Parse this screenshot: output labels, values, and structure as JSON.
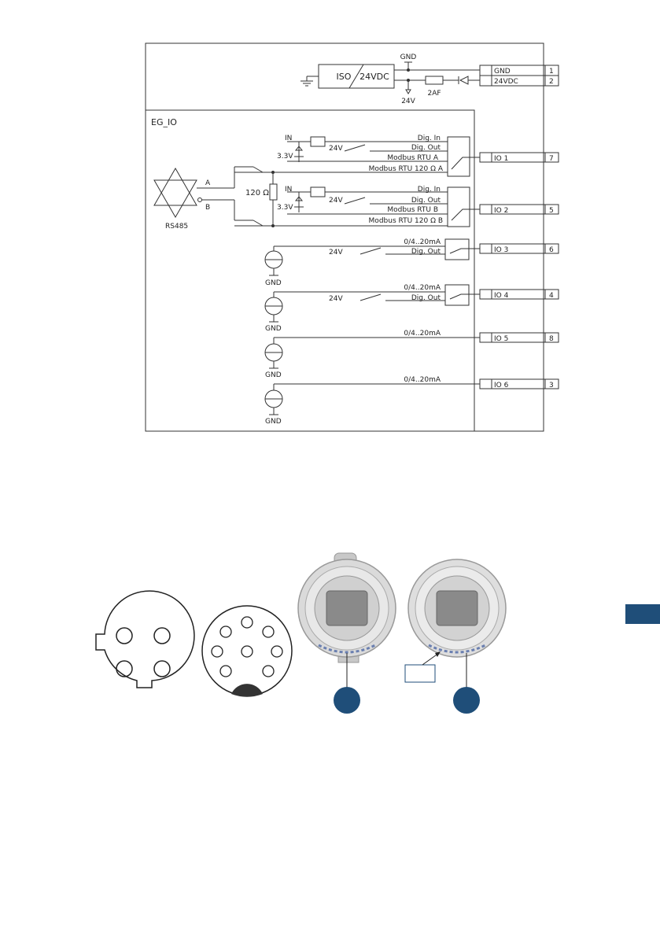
{
  "colors": {
    "line": "#333333",
    "accent": "#1f4e79",
    "housing": "#d6d6d6",
    "window": "#8a8a8a"
  },
  "power": {
    "gnd": "GND",
    "iso": "ISO",
    "supply": "24VDC",
    "v24": "24V",
    "fuse": "2AF"
  },
  "module": {
    "title": "EG_IO",
    "rs485": "RS485",
    "a": "A",
    "b": "B",
    "resistor": "120 Ω",
    "in": "IN",
    "v33": "3.3V",
    "v24": "24V",
    "gnd": "GND"
  },
  "signals": {
    "dig_in": "Dig. In",
    "dig_out": "Dig. Out",
    "modbus_a": "Modbus RTU A",
    "modbus_b": "Modbus RTU B",
    "term_a": "Modbus RTU 120   Ω A",
    "term_b": "Modbus RTU 120   Ω B",
    "analog": "0/4..20mA"
  },
  "terminals": [
    {
      "name": "GND",
      "pin": "1"
    },
    {
      "name": "24VDC",
      "pin": "2"
    },
    {
      "name": "IO 1",
      "pin": "7"
    },
    {
      "name": "IO 2",
      "pin": "5"
    },
    {
      "name": "IO 3",
      "pin": "6"
    },
    {
      "name": "IO 4",
      "pin": "4"
    },
    {
      "name": "IO 5",
      "pin": "8"
    },
    {
      "name": "IO 6",
      "pin": "3"
    }
  ]
}
